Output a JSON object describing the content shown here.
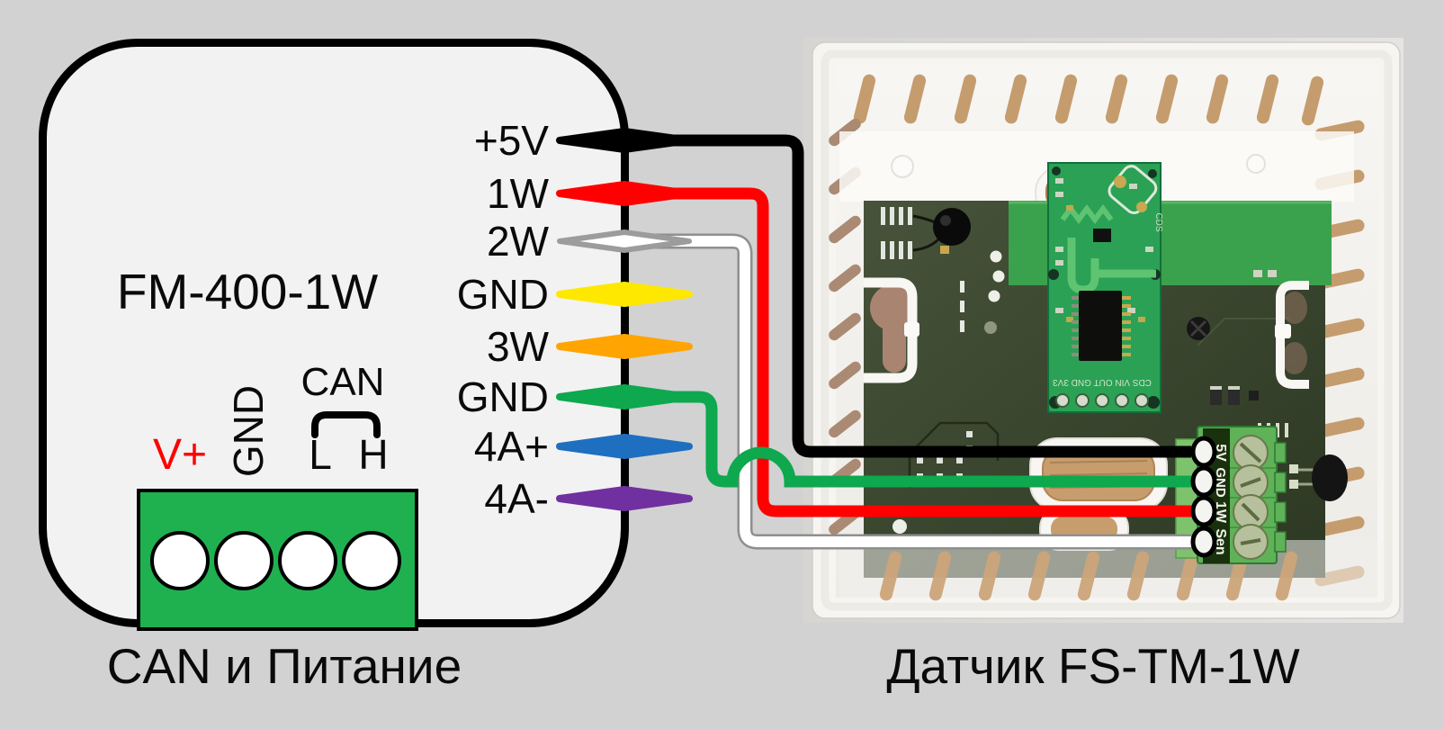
{
  "page": {
    "background": "#d2d2d2"
  },
  "module": {
    "title": "FM-400-1W",
    "caption": "CAN и Питание",
    "fill": "#f2f2f2",
    "pins": [
      {
        "label": "+5V",
        "color": "#000000"
      },
      {
        "label": "1W",
        "color": "#fe0000"
      },
      {
        "label": "2W",
        "color": "#ffffff"
      },
      {
        "label": "GND",
        "color": "#ffe800"
      },
      {
        "label": "3W",
        "color": "#ffa400"
      },
      {
        "label": "GND",
        "color": "#0ea84e"
      },
      {
        "label": "4A+",
        "color": "#1e6fc0"
      },
      {
        "label": "4A-",
        "color": "#7030a0"
      }
    ],
    "power_terminal": {
      "block_color": "#1fb14f",
      "vplus_label": "V+",
      "vplus_color": "#fe0000",
      "gnd_label": "GND",
      "can_label": "CAN",
      "can_low_label": "L",
      "can_high_label": "H"
    }
  },
  "sensor": {
    "caption": "Датчик FS-TM-1W",
    "terminal_labels": [
      "5V",
      "GND",
      "1W",
      "Sen"
    ],
    "module_silkscreen": "CDS VIN OUT GND 3V3",
    "module_side_label": "CDS"
  },
  "wires": [
    {
      "from": "+5V",
      "to": "5V",
      "color": "#000000"
    },
    {
      "from": "1W",
      "to": "1W",
      "color": "#fe0000"
    },
    {
      "from": "2W",
      "to": "Sen",
      "color": "#ffffff"
    },
    {
      "from": "GND",
      "to": "GND",
      "color": "#0ea84e"
    }
  ]
}
